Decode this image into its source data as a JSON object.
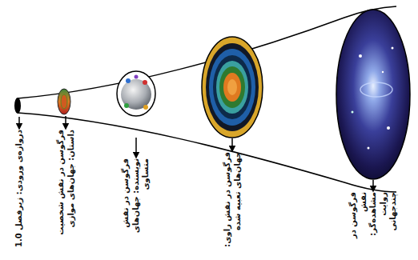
{
  "diagram": {
    "labels": [
      "دروازه‌ی ورودی: زیرفصل 1.0",
      "فرگوسن در نقش شخصیت داستان: جهان‌های موازی",
      "فرگوسن در نقش نویسنده: جهان‌های متساوی",
      "فرگوسن در نقش راوی: جهان‌های تعبیه شده",
      "فرگوسن در نقش مشاهده‌گر: روایت چندجهانی"
    ]
  }
}
